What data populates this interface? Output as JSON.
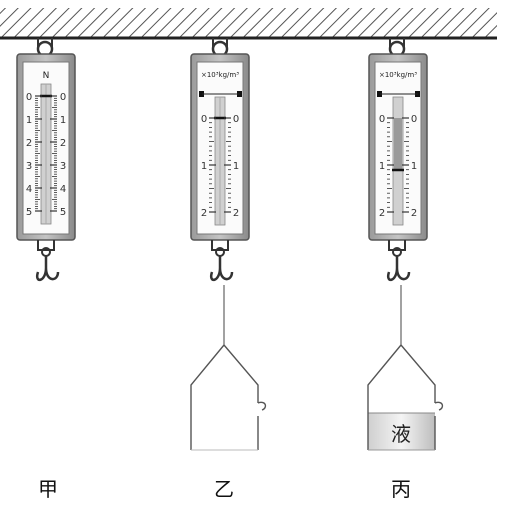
{
  "scale_a": {
    "unit": "N",
    "left_labels": [
      "0",
      "1",
      "2",
      "3",
      "4",
      "5"
    ],
    "right_labels": [
      "0",
      "1",
      "2",
      "3",
      "4",
      "5"
    ],
    "caption": "甲"
  },
  "scale_b": {
    "unit": "×10³kg/m³",
    "left_labels": [
      "0",
      "1",
      "2"
    ],
    "right_labels": [
      "0",
      "1",
      "2"
    ],
    "caption": "乙"
  },
  "scale_c": {
    "unit": "×10³kg/m³",
    "left_labels": [
      "0",
      "1",
      "2"
    ],
    "right_labels": [
      "0",
      "1",
      "2"
    ],
    "liquid_label": "液",
    "caption": "丙"
  }
}
